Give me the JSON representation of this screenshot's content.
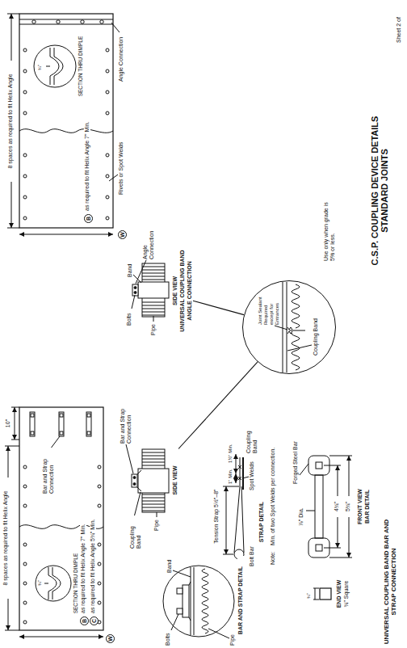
{
  "diagram": {
    "title": "C.S.P. COUPLING DEVICE DETAILS STANDARD JOINTS",
    "nodes": [
      {
        "text": [
          "B"
        ]
      },
      {
        "text": [
          "W"
        ]
      },
      {
        "text": [
          "SIDE VIEW",
          "UNIVERSAL COUPLING BAND ANGLE CONNECTION"
        ]
      },
      {
        "text": [
          "Joint Sealant Required except for Entrances",
          "Coupling Band"
        ]
      },
      {
        "text": [
          "B"
        ]
      },
      {
        "text": [
          "C"
        ]
      },
      {
        "text": [
          "W"
        ]
      },
      {
        "text": [
          "SIDE VIEW"
        ]
      }
    ],
    "edges": [
      {
        "from": 3,
        "to": 2,
        "arrow": "none"
      },
      {
        "from": 3,
        "to": 7,
        "arrow": "none"
      }
    ],
    "labels": [
      "Sheet 2 of",
      "Use only when grade is 5% or less.",
      "8 spaces as required to fit Helix Angle",
      "SECTION THRU DIMPLE",
      "¾\"",
      "as required to fit Helix Angle 7\" Min.",
      "Rivets or Spot Welds",
      "Angle Connection",
      "Bolts",
      "Band",
      "Angle Connection",
      "Pipe",
      "8 spaces as required to fit Helix Angle",
      "10\"",
      "SECTION THRU DIMPLE",
      "¾\"",
      "Bar and Strap Connection",
      "as required to fit Helix Angle 7\" Min.",
      "as required to fit Helix Angle 5¾\" Min.",
      "Bar and Strap Connection",
      "Coupling Band",
      "Pipe",
      "Bolt Bar",
      "Tension Strap 5½\"–8\"",
      "1\" Min.",
      "1½\" Min.",
      "Spot Welds",
      "Coupling Band",
      "STRAP DETAIL",
      "Note:",
      "Min. of two Spot Welds per connection.",
      "⅞\" Dia.",
      "4¾\"",
      "5¾\"",
      "Forged Steel Bar",
      "FRONT VIEW",
      "BAR DETAIL",
      "¾\"",
      "END VIEW",
      "¾\" Square",
      "Pipe",
      "Band",
      "Bolts",
      "BAR AND STRAP DETAIL",
      "UNIVERSAL COUPLING BAND BAR AND STRAP CONNECTION"
    ]
  }
}
